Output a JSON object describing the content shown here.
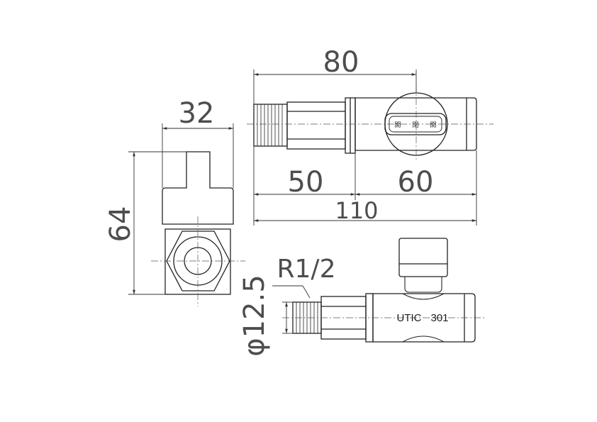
{
  "dimensions": {
    "top_overall": "80",
    "top_left_section": "50",
    "top_right_section": "60",
    "top_total": "110",
    "side_width": "32",
    "side_height": "64",
    "thread_size": "R1/2",
    "pipe_diameter": "φ12.5"
  },
  "labels": {
    "handle_markings": [
      "開",
      "閉",
      "開"
    ],
    "model_name": "UTIC",
    "model_number": "301"
  }
}
